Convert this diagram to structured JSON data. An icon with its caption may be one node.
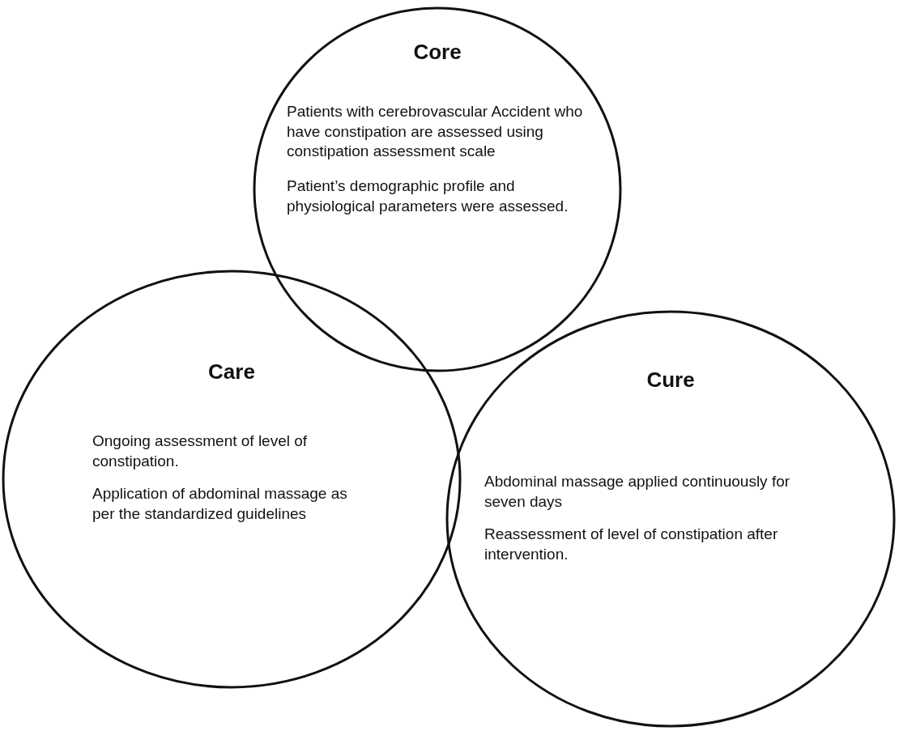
{
  "diagram": {
    "nodes": [
      {
        "text": [
          "Core",
          "Patients with cerebrovascular Accident who have constipation are assessed using constipation assessment scale",
          "Patient’s demographic profile and physiological parameters were assessed."
        ]
      },
      {
        "text": [
          "Care",
          "Ongoing assessment of level of constipation.",
          "Application of abdominal massage as per the standardized guidelines"
        ]
      },
      {
        "text": [
          "Cure",
          "Abdominal massage applied continuously for seven days",
          "Reassessment of level of constipation after intervention."
        ]
      }
    ]
  }
}
